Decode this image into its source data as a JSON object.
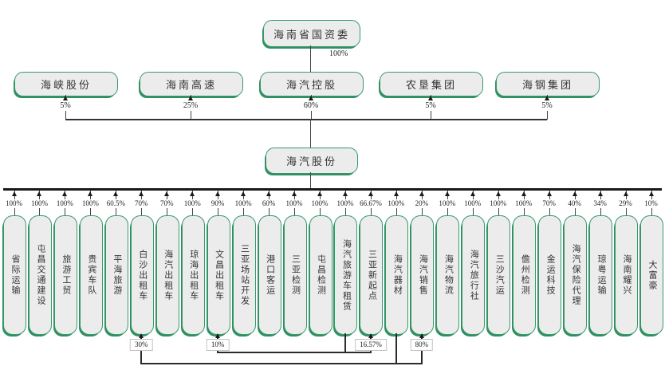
{
  "root": {
    "label": "海南省国资委",
    "stake_in_holding": "100%"
  },
  "shareholders": [
    {
      "label": "海峡股份",
      "stake": "5%"
    },
    {
      "label": "海南高速",
      "stake": "25%"
    },
    {
      "label": "海汽控股",
      "stake": "60%"
    },
    {
      "label": "农垦集团",
      "stake": "5%"
    },
    {
      "label": "海钢集团",
      "stake": "5%"
    }
  ],
  "company": {
    "label": "海汽股份"
  },
  "subsidiaries": [
    {
      "label": "省际运输",
      "stake": "100%"
    },
    {
      "label": "屯昌交通建设",
      "stake": "100%"
    },
    {
      "label": "旅游工贸",
      "stake": "100%"
    },
    {
      "label": "贵宾车队",
      "stake": "100%"
    },
    {
      "label": "平海旅游",
      "stake": "60.5%"
    },
    {
      "label": "白沙出租车",
      "stake": "70%"
    },
    {
      "label": "海汽出租车",
      "stake": "70%"
    },
    {
      "label": "琼海出租车",
      "stake": "100%"
    },
    {
      "label": "文昌出租车",
      "stake": "90%"
    },
    {
      "label": "三亚场站开发",
      "stake": "100%"
    },
    {
      "label": "港口客运",
      "stake": "60%"
    },
    {
      "label": "三亚检测",
      "stake": "100%"
    },
    {
      "label": "屯昌检测",
      "stake": "100%"
    },
    {
      "label": "海汽旅游车租赁",
      "stake": "100%"
    },
    {
      "label": "三亚新起点",
      "stake": "66.67%"
    },
    {
      "label": "海汽器材",
      "stake": "100%"
    },
    {
      "label": "海汽销售",
      "stake": "20%"
    },
    {
      "label": "海汽物流",
      "stake": "100%"
    },
    {
      "label": "海汽旅行社",
      "stake": "100%"
    },
    {
      "label": "三沙汽运",
      "stake": "100%"
    },
    {
      "label": "儋州检测",
      "stake": "100%"
    },
    {
      "label": "金运科技",
      "stake": "70%"
    },
    {
      "label": "海汽保险代理",
      "stake": "40%"
    },
    {
      "label": "琼粤运输",
      "stake": "34%"
    },
    {
      "label": "海南耀兴",
      "stake": "29%"
    },
    {
      "label": "大富豪",
      "stake": "10%"
    }
  ],
  "cross_holdings": [
    {
      "owner": "海汽旅游车租赁",
      "owner_index": 13,
      "stakes": [
        {
          "target": "文昌出租车",
          "target_index": 8,
          "percent": "10%"
        },
        {
          "target": "三亚新起点",
          "target_index": 14,
          "percent": "16.57%"
        }
      ]
    },
    {
      "owner": "海汽器材",
      "owner_index": 15,
      "stakes": [
        {
          "target": "白沙出租车",
          "target_index": 5,
          "percent": "30%"
        },
        {
          "target": "海汽销售",
          "target_index": 16,
          "percent": "80%"
        }
      ]
    }
  ],
  "colors": {
    "box_border": "#35996b",
    "box_shadow": "#2f8f60",
    "box_fill": "#ececec",
    "line": "#1a1a1a"
  }
}
